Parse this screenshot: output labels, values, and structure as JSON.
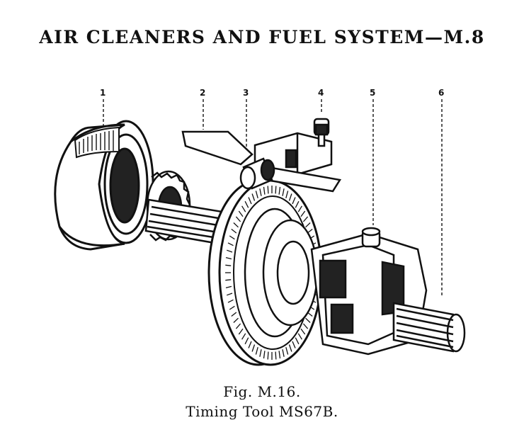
{
  "header": {
    "title": "AIR CLEANERS AND FUEL SYSTEM—M.8"
  },
  "figure": {
    "callouts": [
      "1",
      "2",
      "3",
      "4",
      "5",
      "6"
    ],
    "caption_number": "Fig. M.16.",
    "caption_title": "Timing Tool MS67B."
  }
}
